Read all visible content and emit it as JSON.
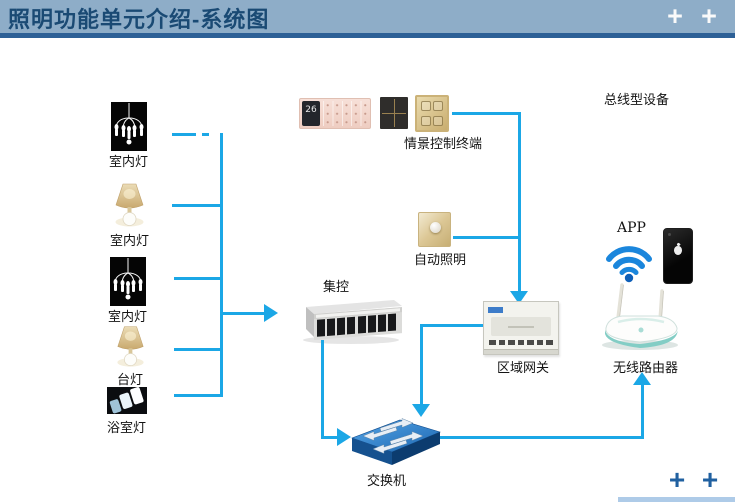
{
  "header": {
    "title": "照明功能单元介绍-系统图",
    "nav_plus_1": "+",
    "nav_plus_2": "+"
  },
  "colors": {
    "header_bg": "#8EADC8",
    "header_title": "#1A4A74",
    "header_rule": "#2D6096",
    "connector": "#1BA7E6",
    "footer_plus": "#2060A0",
    "wifi_blue": "#1B86DC",
    "switch_blue": "#1D66B0",
    "router_teal": "#83CDC5"
  },
  "lamps": [
    {
      "label": "室内灯",
      "type": "chandelier"
    },
    {
      "label": "室内灯",
      "type": "table-lamp"
    },
    {
      "label": "室内灯",
      "type": "chandelier"
    },
    {
      "label": "台灯",
      "type": "table-lamp"
    },
    {
      "label": "浴室灯",
      "type": "bathroom-light"
    }
  ],
  "scene_terminal": {
    "label": "情景控制终端",
    "thermostat_display": "26"
  },
  "auto_lighting": {
    "label": "自动照明"
  },
  "central_control": {
    "label": "集控"
  },
  "area_gateway": {
    "label": "区域网关"
  },
  "switch": {
    "label": "交换机"
  },
  "bus_devices": {
    "label": "总线型设备"
  },
  "app": {
    "label": "APP"
  },
  "router": {
    "label": "无线路由器"
  },
  "footer": {
    "nav_plus_1": "+",
    "nav_plus_2": "+"
  }
}
